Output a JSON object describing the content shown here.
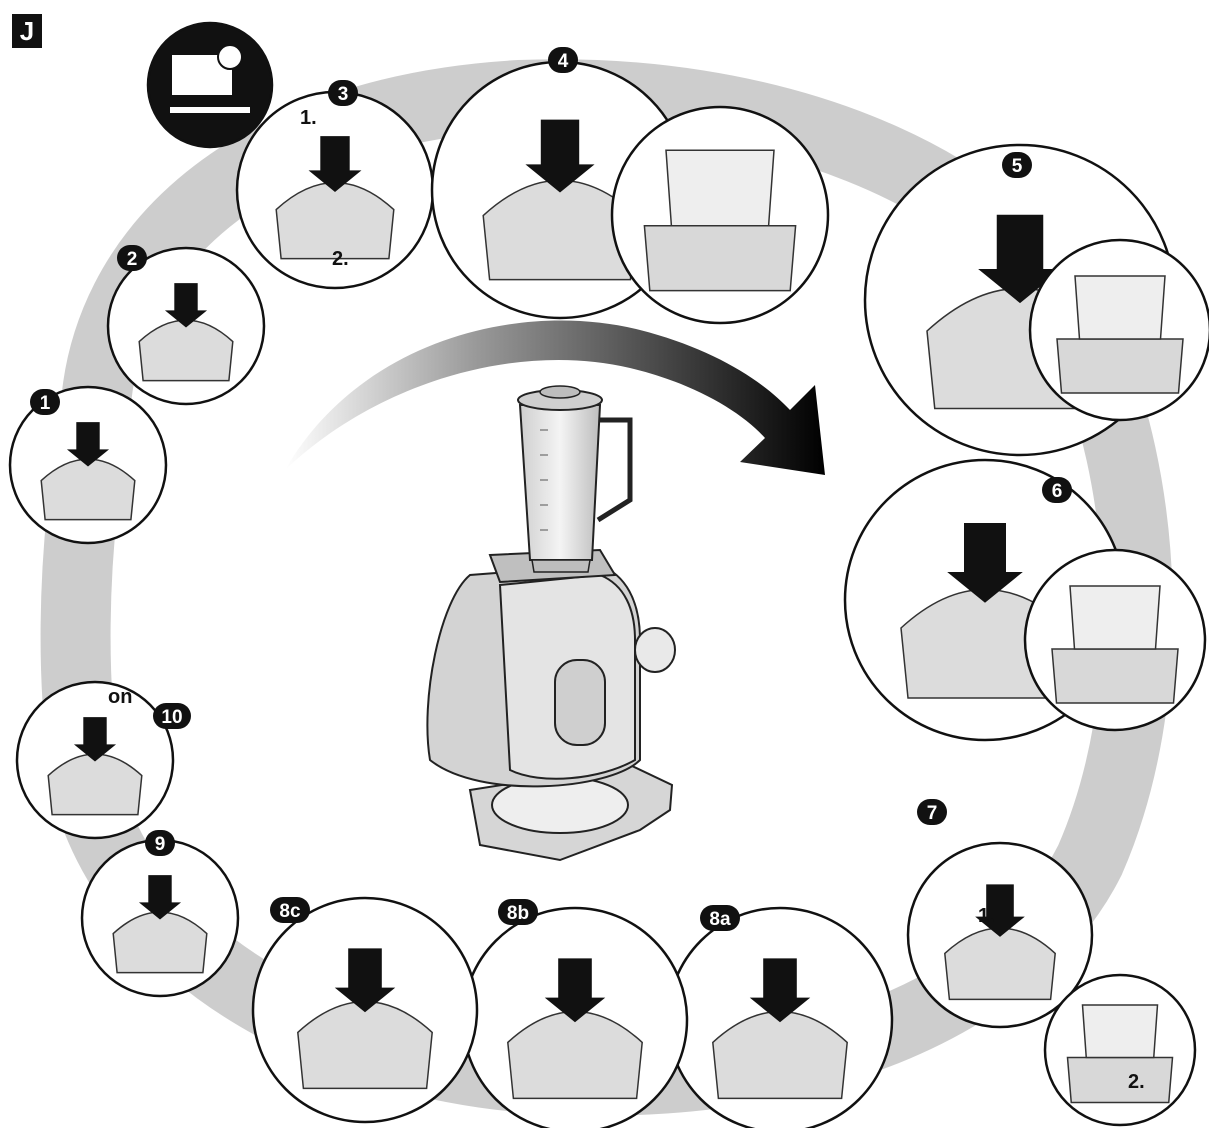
{
  "section_label": "J",
  "steps": [
    {
      "id": "1",
      "label": "1"
    },
    {
      "id": "2",
      "label": "2"
    },
    {
      "id": "3",
      "label": "3",
      "sub": [
        "1.",
        "2."
      ]
    },
    {
      "id": "4",
      "label": "4"
    },
    {
      "id": "5",
      "label": "5"
    },
    {
      "id": "6",
      "label": "6"
    },
    {
      "id": "7",
      "label": "7",
      "sub": [
        "1.",
        "2."
      ]
    },
    {
      "id": "8a",
      "label": "8a"
    },
    {
      "id": "8b",
      "label": "8b"
    },
    {
      "id": "8c",
      "label": "8c"
    },
    {
      "id": "9",
      "label": "9"
    },
    {
      "id": "10",
      "label": "10",
      "sub": [
        "on"
      ]
    }
  ],
  "colors": {
    "ink": "#111111",
    "ribbon": "#bdbdbd",
    "appliance": "#d9d9d9",
    "glass": "#e8e8e8"
  }
}
